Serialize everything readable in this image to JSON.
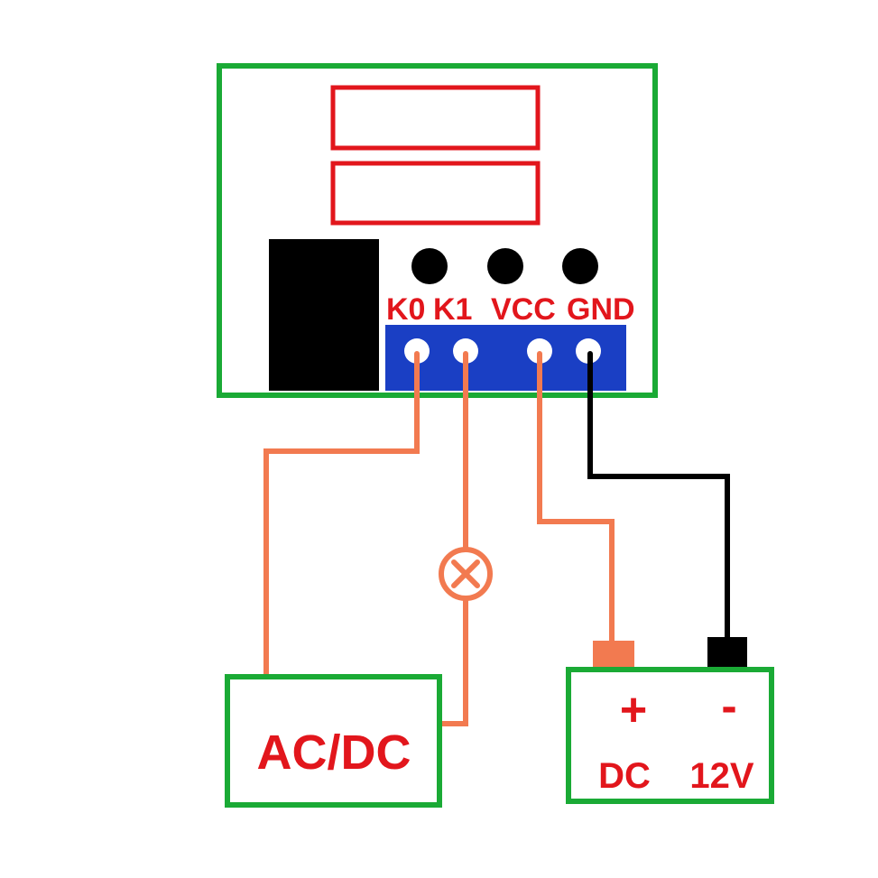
{
  "module": {
    "terminal_labels": {
      "k0": "K0",
      "k1": "K1",
      "vcc": "VCC",
      "gnd": "GND"
    }
  },
  "ac_dc_box": {
    "label": "AC/DC"
  },
  "dc_supply": {
    "plus_sign": "+",
    "minus_sign": "-",
    "label_dc": "DC",
    "label_voltage": "12V"
  },
  "colors": {
    "module_border": "#1aaa35",
    "display_outline": "#e2161c",
    "relay_block": "#000000",
    "button": "#000000",
    "terminal_block": "#1a3fc4",
    "terminal_label_text": "#e2161c",
    "wire_orange": "#f27a50",
    "wire_black": "#000000",
    "box_border": "#1aaa35",
    "box_label_text": "#e2161c"
  },
  "icons": {
    "lamp": "lamp-icon"
  }
}
